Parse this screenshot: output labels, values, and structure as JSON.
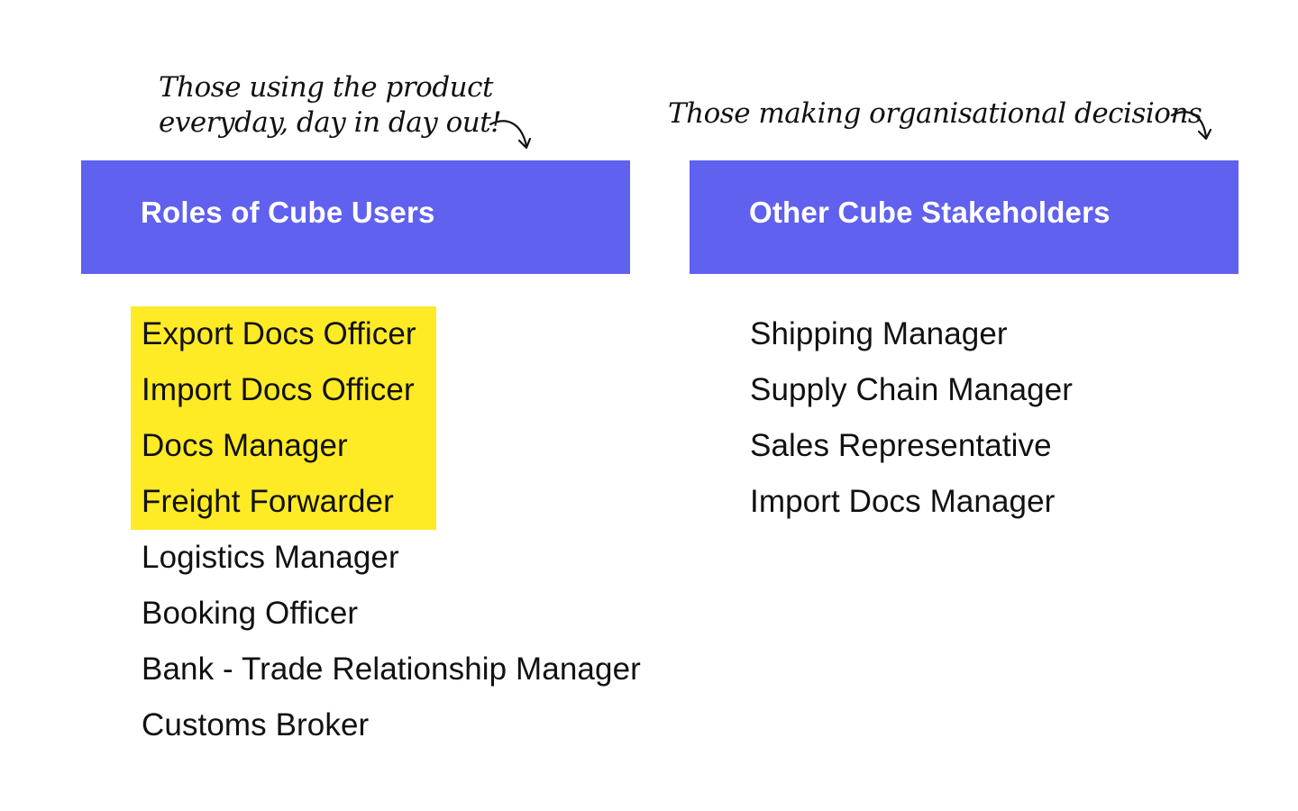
{
  "colors": {
    "header_bg": "#6061ef",
    "highlight": "#ffea26",
    "text": "#111111",
    "header_text": "#ffffff"
  },
  "left_panel": {
    "annotation_lines": [
      "Those using the product",
      "everyday, day in day out!"
    ],
    "arrow_icon": "curved-arrow-down-icon",
    "header": "Roles of Cube Users",
    "items": [
      "Export Docs Officer",
      "Import Docs Officer",
      "Docs Manager",
      "Freight Forwarder",
      "Logistics Manager",
      "Booking Officer",
      "Bank - Trade Relationship Manager",
      "Customs Broker"
    ],
    "highlighted_count": 4
  },
  "right_panel": {
    "annotation_lines": [
      "Those making organisational decisions"
    ],
    "arrow_icon": "curved-arrow-down-icon",
    "header": "Other Cube Stakeholders",
    "items": [
      "Shipping Manager",
      "Supply Chain Manager",
      "Sales Representative",
      "Import Docs Manager"
    ]
  }
}
